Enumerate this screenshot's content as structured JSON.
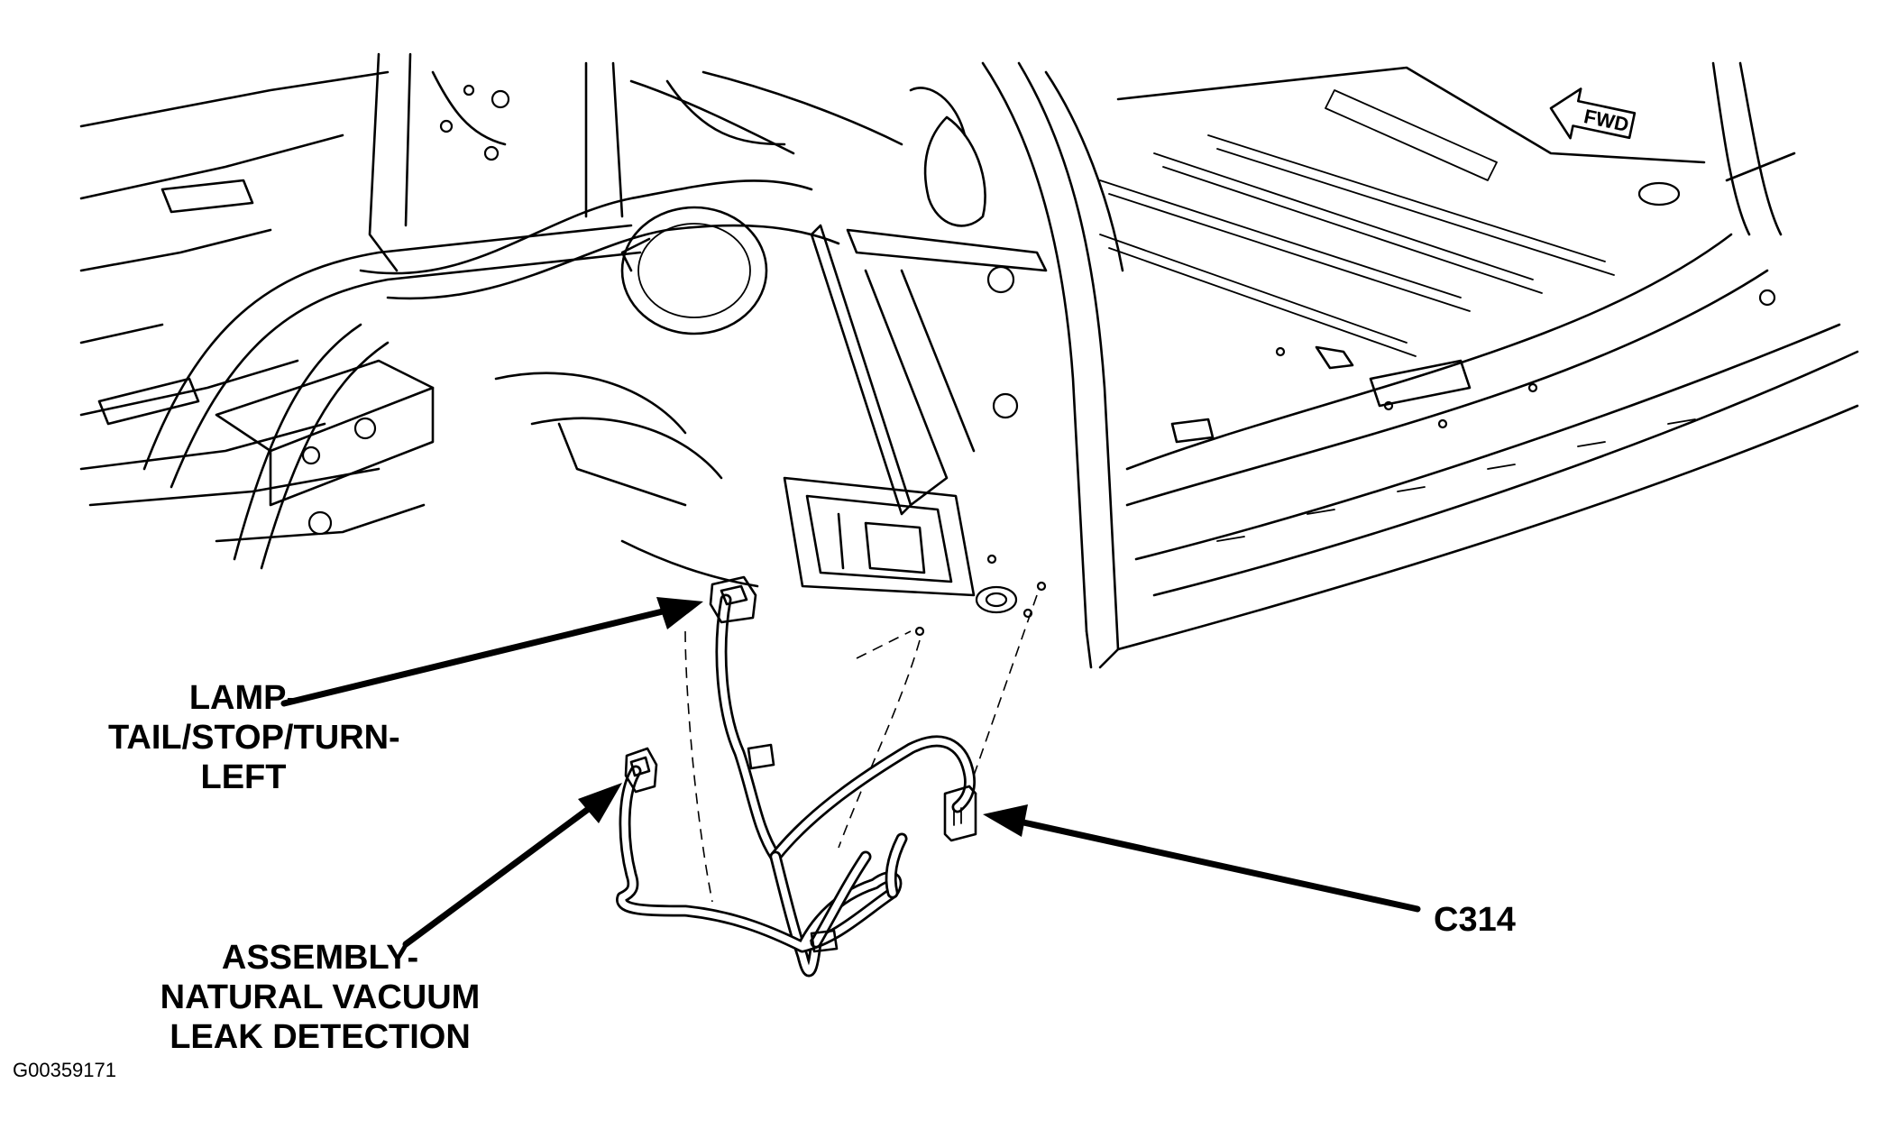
{
  "labels": {
    "lamp": [
      "LAMP-",
      "TAIL/STOP/TURN-",
      "LEFT"
    ],
    "assembly": [
      "ASSEMBLY-",
      "NATURAL VACUUM",
      "LEAK DETECTION"
    ],
    "connector": "C314",
    "direction": "FWD"
  },
  "figure_id": "G00359171",
  "icons": {
    "direction_indicator": "fwd-arrow-icon"
  }
}
